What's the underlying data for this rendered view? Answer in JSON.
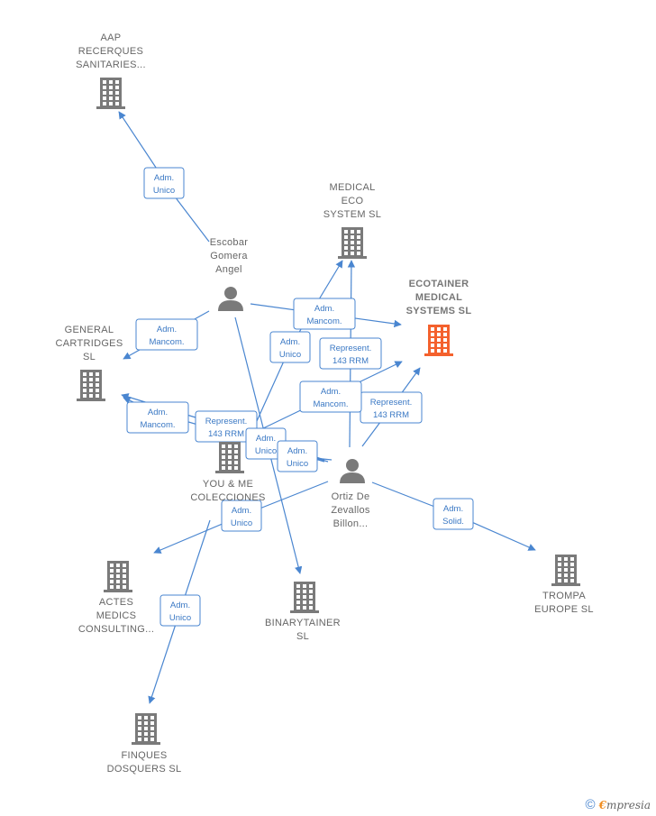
{
  "colors": {
    "edge": "#4a86d0",
    "building": "#7a7a7a",
    "building_highlight": "#f4612d",
    "person": "#7a7a7a"
  },
  "nodes": [
    {
      "id": "aap",
      "type": "company",
      "label": [
        "AAP",
        "RECERQUES",
        "SANITARIES..."
      ],
      "icon": "building-icon"
    },
    {
      "id": "medical_eco",
      "type": "company",
      "label": [
        "MEDICAL",
        "ECO",
        "SYSTEM  SL"
      ],
      "icon": "building-icon"
    },
    {
      "id": "ecotainer",
      "type": "company",
      "highlight": true,
      "label": [
        "ECOTAINER",
        "MEDICAL",
        "SYSTEMS  SL"
      ],
      "icon": "building-icon"
    },
    {
      "id": "escobar",
      "type": "person",
      "label": [
        "Escobar",
        "Gomera",
        "Angel"
      ],
      "icon": "person-icon"
    },
    {
      "id": "general_cartridges",
      "type": "company",
      "label": [
        "GENERAL",
        "CARTRIDGES",
        "SL"
      ],
      "icon": "building-icon"
    },
    {
      "id": "you_me",
      "type": "company",
      "label": [
        "YOU & ME",
        "COLECCIONES"
      ],
      "icon": "building-icon"
    },
    {
      "id": "ortiz",
      "type": "person",
      "label": [
        "Ortiz De",
        "Zevallos",
        "Billon..."
      ],
      "icon": "person-icon"
    },
    {
      "id": "actes",
      "type": "company",
      "label": [
        "ACTES",
        "MEDICS",
        "CONSULTING..."
      ],
      "icon": "building-icon"
    },
    {
      "id": "binarytainer",
      "type": "company",
      "label": [
        "BINARYTAINER",
        "SL"
      ],
      "icon": "building-icon"
    },
    {
      "id": "trompa",
      "type": "company",
      "label": [
        "TROMPA",
        "EUROPE  SL"
      ],
      "icon": "building-icon"
    },
    {
      "id": "finques",
      "type": "company",
      "label": [
        "FINQUES",
        "DOSQUERS  SL"
      ],
      "icon": "building-icon"
    }
  ],
  "edges": [
    {
      "from": "escobar",
      "to": "aap",
      "label": [
        "Adm.",
        "Unico"
      ]
    },
    {
      "from": "escobar",
      "to": "general_cartridges",
      "label": [
        "Adm.",
        "Mancom."
      ]
    },
    {
      "from": "escobar",
      "to": "ecotainer",
      "label": [
        "Adm.",
        "Mancom."
      ]
    },
    {
      "from": "escobar",
      "to": "binarytainer",
      "label": [
        "Adm.",
        "Unico"
      ]
    },
    {
      "from": "you_me",
      "to": "medical_eco",
      "label": [
        "Adm.",
        "Unico"
      ]
    },
    {
      "from": "ortiz",
      "to": "medical_eco",
      "label": [
        "Represent.",
        "143 RRM"
      ]
    },
    {
      "from": "ortiz",
      "to": "ecotainer",
      "label": [
        "Represent.",
        "143 RRM"
      ]
    },
    {
      "from": "ortiz",
      "to": "general_cartridges",
      "label": [
        "Adm.",
        "Mancom."
      ]
    },
    {
      "from": "you_me",
      "to": "ecotainer",
      "label": [
        "Adm.",
        "Mancom."
      ]
    },
    {
      "from": "ortiz",
      "to": "general_cartridges",
      "label": [
        "Represent.",
        "143 RRM"
      ]
    },
    {
      "from": "ortiz",
      "to": "general_cartridges",
      "label": [
        "Adm.",
        "Unico"
      ]
    },
    {
      "from": "ortiz",
      "to": "general_cartridges",
      "label": [
        "Adm.",
        "Unico"
      ]
    },
    {
      "from": "ortiz",
      "to": "actes",
      "label": [
        "Adm.",
        "Unico"
      ]
    },
    {
      "from": "you_me",
      "to": "finques",
      "label": [
        "Adm.",
        "Unico"
      ]
    },
    {
      "from": "ortiz",
      "to": "trompa",
      "label": [
        "Adm.",
        "Solid."
      ]
    }
  ],
  "footer": {
    "copyright_symbol": "©",
    "brand_first": "€",
    "brand_rest": "mpresia"
  }
}
